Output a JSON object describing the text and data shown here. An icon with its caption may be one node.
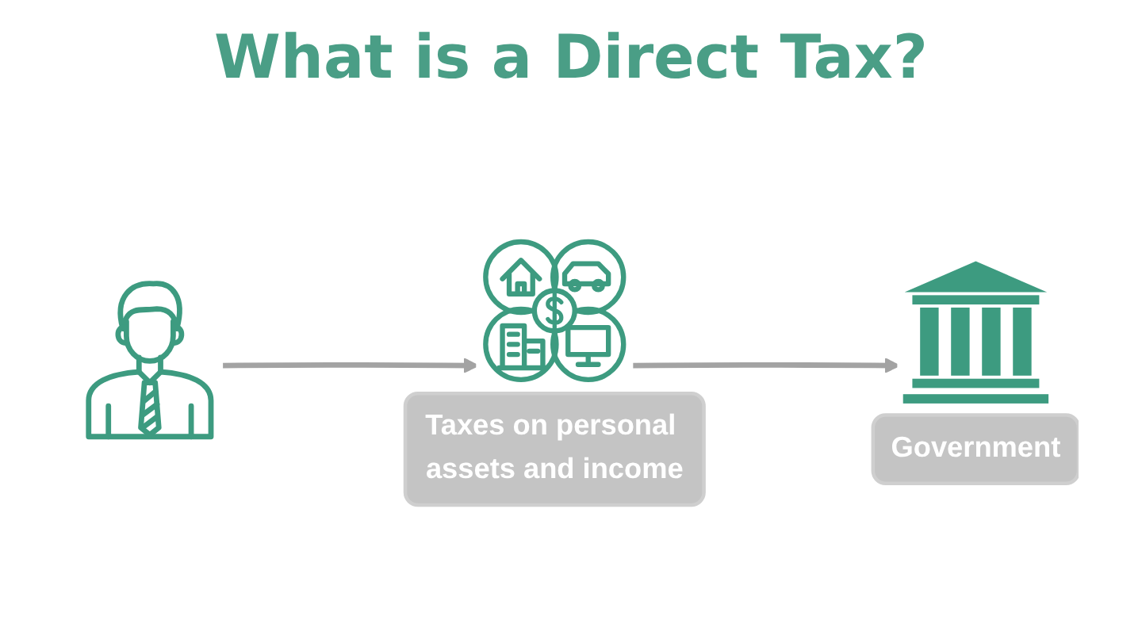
{
  "diagram": {
    "title": "What is a Direct Tax?",
    "nodes": [
      {
        "text": [],
        "shape": "person"
      },
      {
        "text": [
          "Taxes on personal assets and income"
        ]
      },
      {
        "text": [
          "Government"
        ]
      }
    ],
    "edges": [
      {
        "from": 0,
        "to": 1,
        "arrow": "to"
      },
      {
        "from": 1,
        "to": 2,
        "arrow": "to"
      }
    ]
  }
}
